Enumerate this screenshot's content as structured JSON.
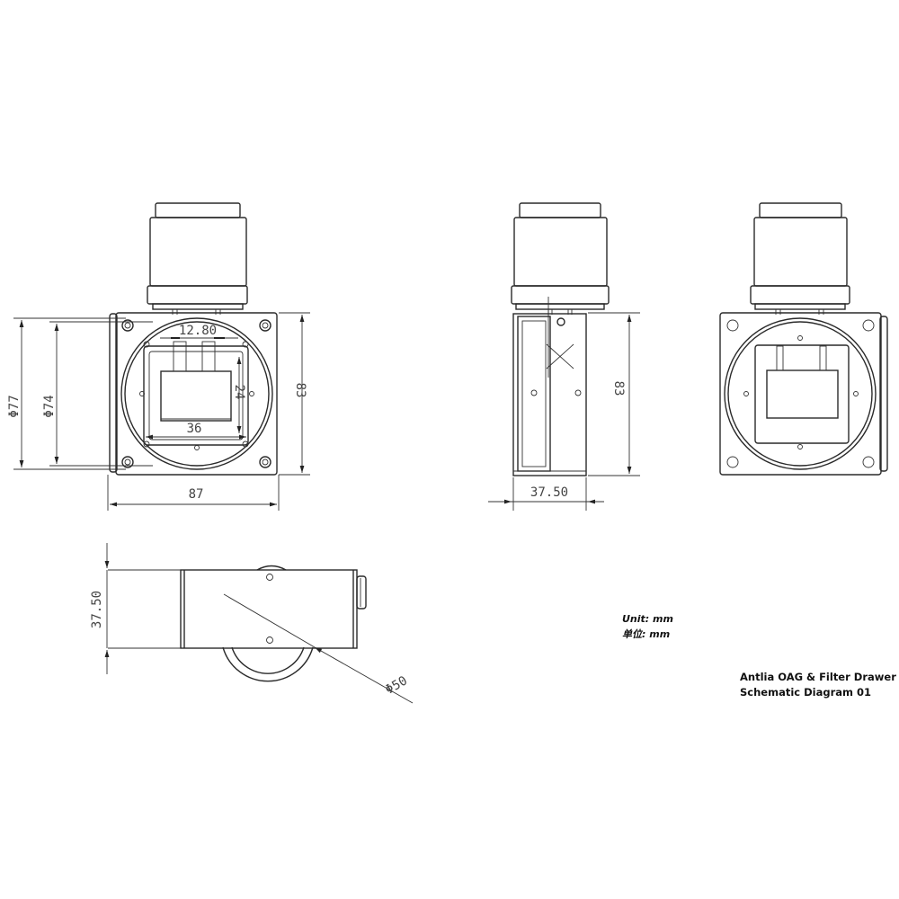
{
  "diagram": {
    "title_line1": "Antlia OAG & Filter Drawer",
    "title_line2": "Schematic Diagram 01",
    "unit_en": "Unit:  mm",
    "unit_cn": "单位: mm"
  },
  "views": {
    "front": {
      "dim_outer_diameter": "Φ77",
      "dim_inner_diameter": "Φ74",
      "dim_height": "83",
      "dim_width": "87",
      "dim_slot_width": "12.80",
      "dim_window_height": "24",
      "dim_window_width": "36"
    },
    "side": {
      "dim_height": "83",
      "dim_depth": "37.50"
    },
    "rear": {},
    "top": {
      "dim_thickness": "37.50",
      "dim_filter_diameter": "Φ50"
    }
  },
  "colors": {
    "line": "#2a2a2a",
    "dimension_text": "#444444",
    "background": "#ffffff"
  }
}
